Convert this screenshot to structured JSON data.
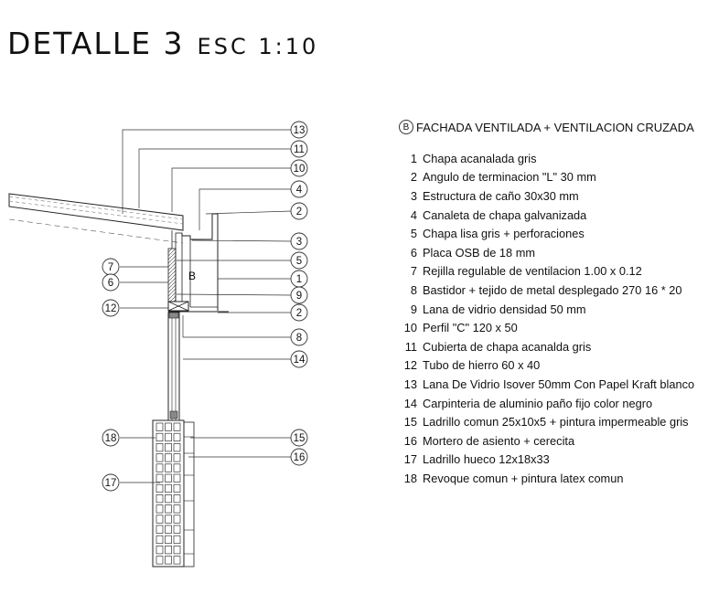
{
  "title": "DETALLE 3",
  "scale": "ESC 1:10",
  "drawing_label": "B",
  "legend": {
    "badge": "B",
    "heading": "FACHADA VENTILADA + VENTILACION CRUZADA",
    "items": [
      {
        "num": "1",
        "text": "Chapa acanalada gris"
      },
      {
        "num": "2",
        "text": "Angulo de terminacion \"L\" 30 mm"
      },
      {
        "num": "3",
        "text": "Estructura de caño 30x30 mm"
      },
      {
        "num": "4",
        "text": "Canaleta de chapa galvanizada"
      },
      {
        "num": "5",
        "text": "Chapa lisa gris + perforaciones"
      },
      {
        "num": "6",
        "text": "Placa OSB de 18 mm"
      },
      {
        "num": "7",
        "text": "Rejilla regulable de ventilacion 1.00 x 0.12"
      },
      {
        "num": "8",
        "text": "Bastidor + tejido de metal desplegado 270 16 * 20"
      },
      {
        "num": "9",
        "text": "Lana de vidrio densidad 50 mm"
      },
      {
        "num": "10",
        "text": "Perfil \"C\" 120 x 50"
      },
      {
        "num": "11",
        "text": "Cubierta de chapa acanalda gris"
      },
      {
        "num": "12",
        "text": "Tubo de hierro 60 x 40"
      },
      {
        "num": "13",
        "text": "Lana De Vidrio Isover 50mm Con Papel Kraft blanco"
      },
      {
        "num": "14",
        "text": "Carpinteria de aluminio paño fijo color negro"
      },
      {
        "num": "15",
        "text": "Ladrillo comun 25x10x5 + pintura impermeable gris"
      },
      {
        "num": "16",
        "text": "Mortero de asiento + cerecita"
      },
      {
        "num": "17",
        "text": "Ladrillo hueco 12x18x33"
      },
      {
        "num": "18",
        "text": "Revoque comun + pintura latex comun"
      }
    ]
  },
  "callouts": {
    "c13": "13",
    "c11": "11",
    "c10": "10",
    "c4": "4",
    "c2a": "2",
    "c3": "3",
    "c5": "5",
    "c1": "1",
    "c9": "9",
    "c2b": "2",
    "c8": "8",
    "c14": "14",
    "c7": "7",
    "c6": "6",
    "c12": "12",
    "c18": "18",
    "c17": "17",
    "c15": "15",
    "c16": "16"
  }
}
